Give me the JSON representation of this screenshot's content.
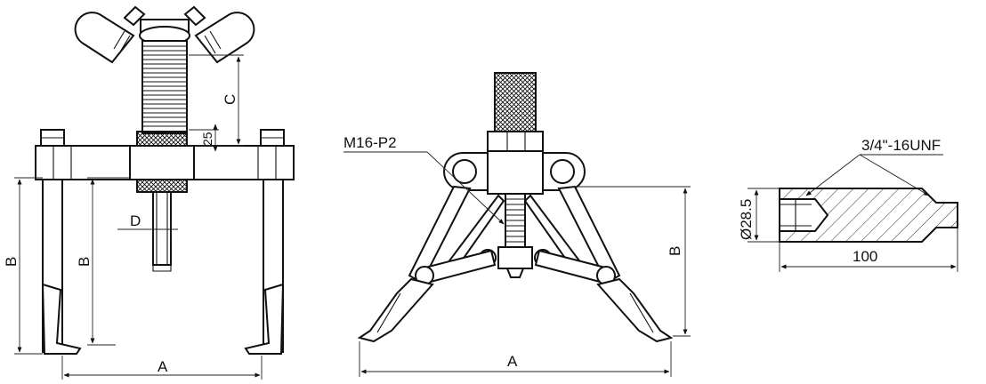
{
  "labels": {
    "fig1_A": "A",
    "fig1_B_outer": "B",
    "fig1_B_inner": "B",
    "fig1_C": "C",
    "fig1_D": "D",
    "fig1_25": "25",
    "fig2_thread": "M16-P2",
    "fig2_A": "A",
    "fig2_B": "B",
    "fig3_thread": "3/4\"-16UNF",
    "fig3_diameter": "Ø28.5",
    "fig3_length": "100"
  },
  "colors": {
    "line": "#111111",
    "background": "#ffffff"
  }
}
